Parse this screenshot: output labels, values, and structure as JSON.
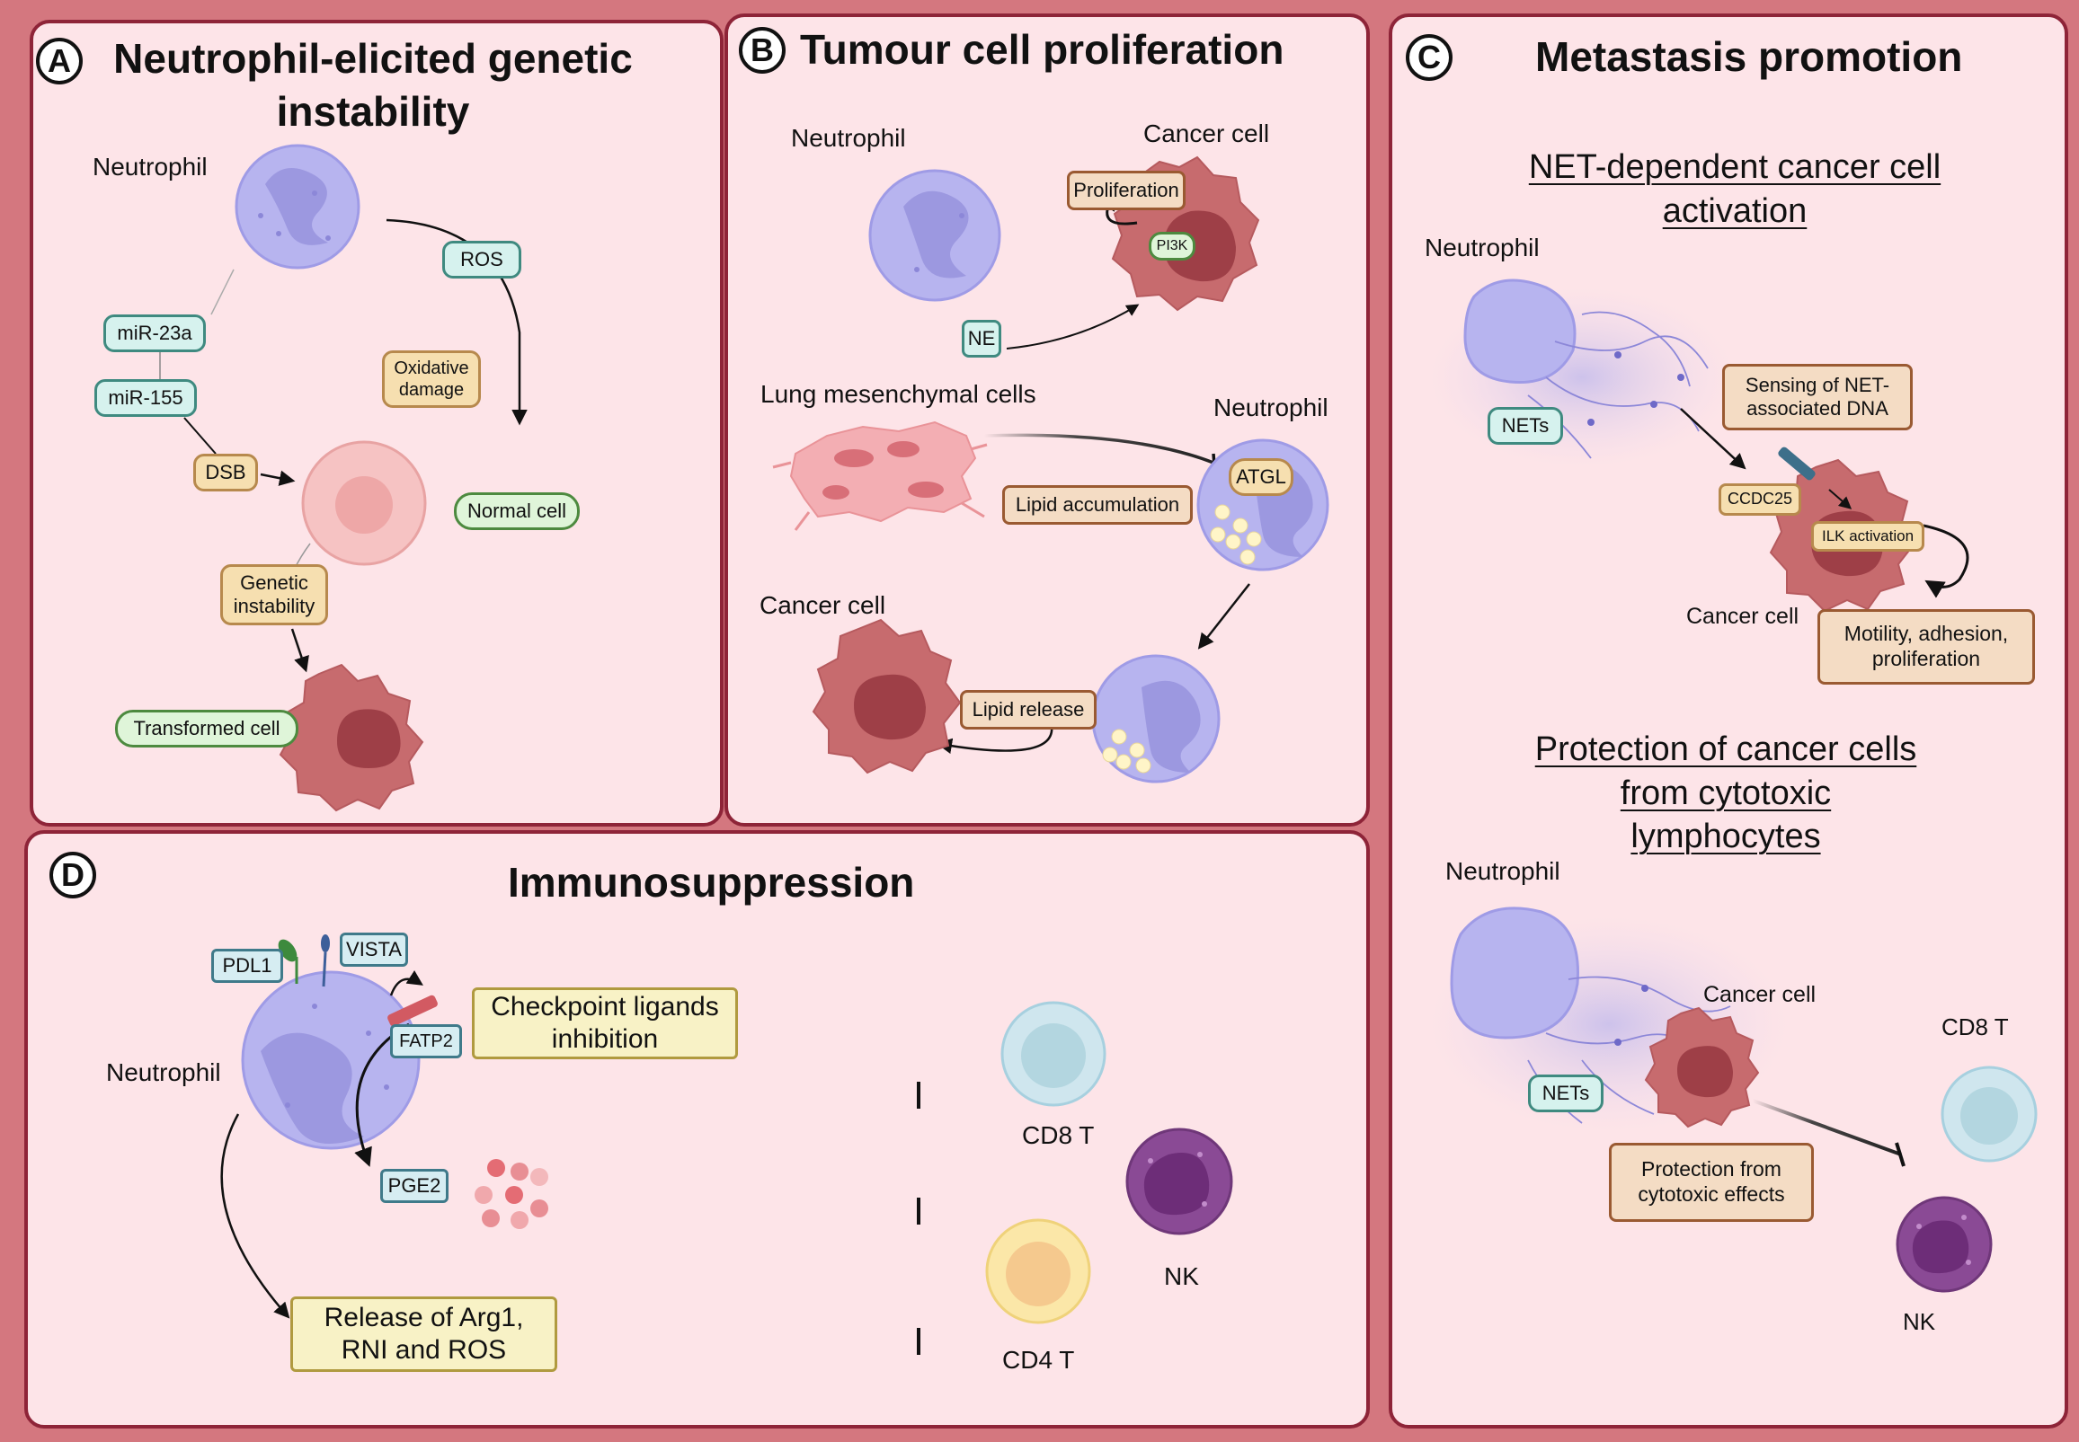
{
  "panels": {
    "A": {
      "letter": "A",
      "title": "Neutrophil-elicited genetic\ninstability",
      "neutrophil": "Neutrophil",
      "ros": "ROS",
      "mir23a": "miR-23a",
      "mir155": "miR-155",
      "oxidative": "Oxidative\ndamage",
      "dsb": "DSB",
      "normal_cell": "Normal cell",
      "genetic": "Genetic\ninstability",
      "transformed": "Transformed cell"
    },
    "B": {
      "letter": "B",
      "title": "Tumour cell proliferation",
      "neutrophil_1": "Neutrophil",
      "cancer_cell_1": "Cancer cell",
      "proliferation": "Proliferation",
      "pi3k": "PI3K",
      "ne": "NE",
      "lung": "Lung mesenchymal cells",
      "neutrophil_2": "Neutrophil",
      "atgl": "ATGL",
      "lipid_acc": "Lipid accumulation",
      "cancer_cell_2": "Cancer cell",
      "lipid_release": "Lipid release"
    },
    "C": {
      "letter": "C",
      "title": "Metastasis promotion",
      "sub1": "NET-dependent cancer cell\nactivation",
      "neutrophil_1": "Neutrophil",
      "nets_1": "NETs",
      "sensing": "Sensing of NET-\nassociated DNA",
      "ccdc25": "CCDC25",
      "ilk": "ILK activation",
      "cancer_cell_1": "Cancer cell",
      "motility": "Motility, adhesion,\nproliferation",
      "sub2": "Protection of cancer cells\nfrom cytotoxic\nlymphocytes",
      "neutrophil_2": "Neutrophil",
      "cancer_cell_2": "Cancer cell",
      "cd8t": "CD8 T",
      "nets_2": "NETs",
      "protection": "Protection from\ncytotoxic effects",
      "nk": "NK"
    },
    "D": {
      "letter": "D",
      "title": "Immunosuppression",
      "pdl1": "PDL1",
      "vista": "VISTA",
      "checkpoint": "Checkpoint ligands\ninhibition",
      "fatp2": "FATP2",
      "neutrophil": "Neutrophil",
      "cd8t": "CD8 T",
      "pge2": "PGE2",
      "nk": "NK",
      "release": "Release of Arg1,\nRNI and ROS",
      "cd4t": "CD4 T"
    }
  },
  "colors": {
    "background": "#d4777f",
    "panel_fill": "#fde4e8",
    "panel_border": "#8e2438",
    "neutrophil": "#b7b4ef",
    "cancer_cell": "#c76b6e",
    "normal_cell": "#f6c3c3",
    "cd8": "#cfe6ee",
    "cd4": "#fbe7a8",
    "nk": "#8a4a95"
  }
}
